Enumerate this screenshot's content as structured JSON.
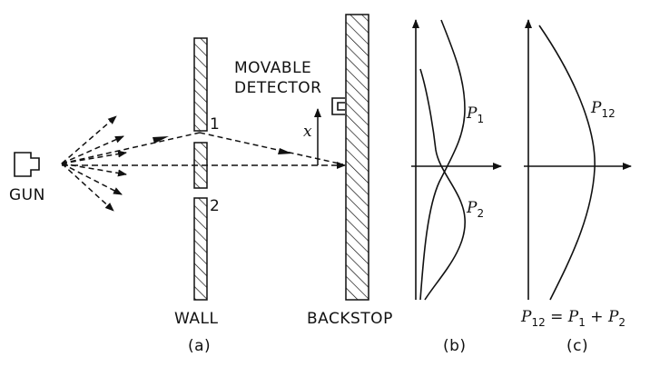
{
  "labels": {
    "gun": "GUN",
    "wall": "WALL",
    "backstop": "BACKSTOP",
    "detector_line1": "MOVABLE",
    "detector_line2": "DETECTOR",
    "slit1": "1",
    "slit2": "2",
    "x_axis": "x",
    "panel_a": "(a)",
    "panel_b": "(b)",
    "panel_c": "(c)"
  },
  "math": {
    "p1": {
      "base": "P",
      "sub": "1"
    },
    "p2": {
      "base": "P",
      "sub": "2"
    },
    "p12": {
      "base": "P",
      "sub": "12"
    },
    "equation": {
      "lhs_base": "P",
      "lhs_sub": "12",
      "eq": " = ",
      "t1_base": "P",
      "t1_sub": "1",
      "plus": " + ",
      "t2_base": "P",
      "t2_sub": "2"
    }
  },
  "colors": {
    "ink": "#111111",
    "background": "#ffffff"
  },
  "icons": [
    "gun-icon",
    "detector-icon",
    "arrow-icon"
  ]
}
